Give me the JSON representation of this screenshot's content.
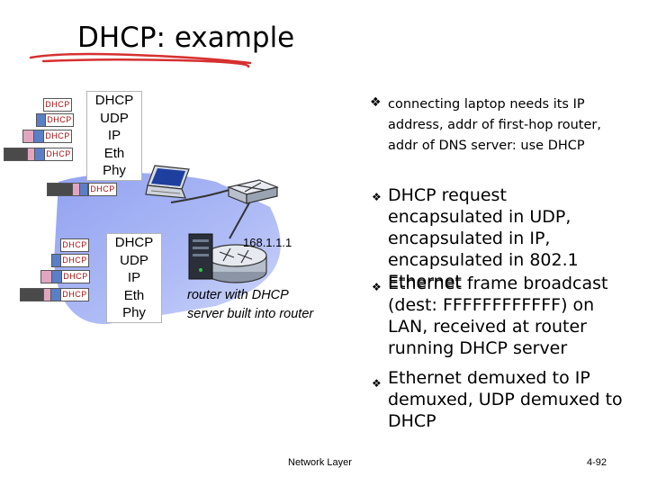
{
  "slide": {
    "title": "DHCP: example",
    "footer_label": "Network Layer",
    "page_number": "4-92"
  },
  "diagram": {
    "packet_label": "DHCP",
    "stack_layers": [
      "DHCP",
      "UDP",
      "IP",
      "Eth",
      "Phy"
    ],
    "router_ip": "168.1.1.1",
    "router_caption": "router with DHCP server built into router"
  },
  "bullets": [
    {
      "text": "connecting laptop needs its IP address, addr of first-hop router, addr of DNS server: use DHCP"
    },
    {
      "text": "DHCP request encapsulated in UDP, encapsulated in IP, encapsulated in 802.1 Ethernet"
    },
    {
      "text": "Ethernet frame broadcast (dest: FFFFFFFFFFFF) on LAN, received at router running DHCP server"
    },
    {
      "text": "Ethernet demuxed to IP demuxed, UDP demuxed to DHCP"
    }
  ],
  "colors": {
    "title_underline": "#d63030",
    "packet_dhcp": "#b01010",
    "packet_udp": "#5b7fc7",
    "packet_ip": "#e2a5bf",
    "packet_eth": "#4a4a4a",
    "lan_blue": "#5566e0"
  }
}
